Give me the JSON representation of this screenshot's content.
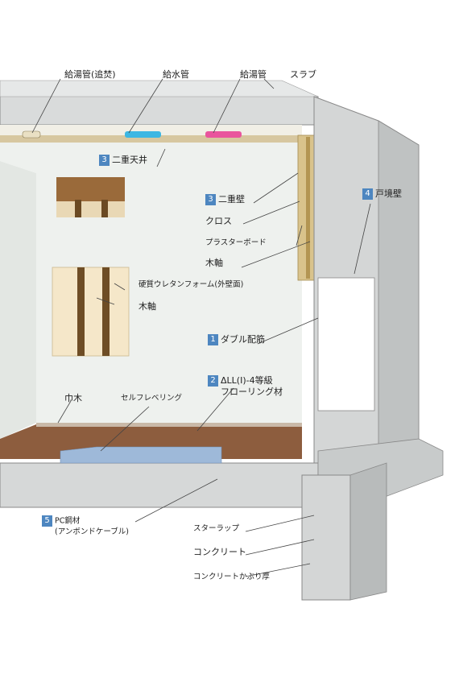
{
  "colors": {
    "slab": "#d6d8d8",
    "slab_dark": "#b9bbbb",
    "wall_face": "#eff2ef",
    "floor_wood": "#8a5a3c",
    "badge": "#4d86c0",
    "hot_pipe": "#e9559d",
    "cold_pipe": "#3db7e3",
    "leader": "#444444"
  },
  "labels": {
    "hot_pipe_reheat": "給湯管(追焚)",
    "water_pipe": "給水管",
    "hot_pipe": "給湯管",
    "slab": "スラブ",
    "double_ceiling": "二重天井",
    "double_wall": "二重壁",
    "cloth": "クロス",
    "plasterboard": "プラスターボード",
    "wood_stud_1": "木軸",
    "unit_boundary_wall": "戸境壁",
    "urethane_foam": "硬質ウレタンフォーム(外壁面)",
    "wood_stud_2": "木軸",
    "double_rebar": "ダブル配筋",
    "flooring_line1": "ΔLL(Ⅰ)-4等級",
    "flooring_line2": "フローリング材",
    "baseboard": "巾木",
    "self_leveling": "セルフレベリング",
    "pc_steel_line1": "PC鋼材",
    "pc_steel_line2": "(アンボンドケーブル)",
    "stirrup": "スターラップ",
    "concrete": "コンクリート",
    "concrete_cover": "コンクリートかぶり厚"
  },
  "badges": {
    "double_ceiling": "3",
    "double_wall": "3",
    "unit_boundary_wall": "4",
    "double_rebar": "1",
    "flooring": "2",
    "pc_steel": "5"
  }
}
